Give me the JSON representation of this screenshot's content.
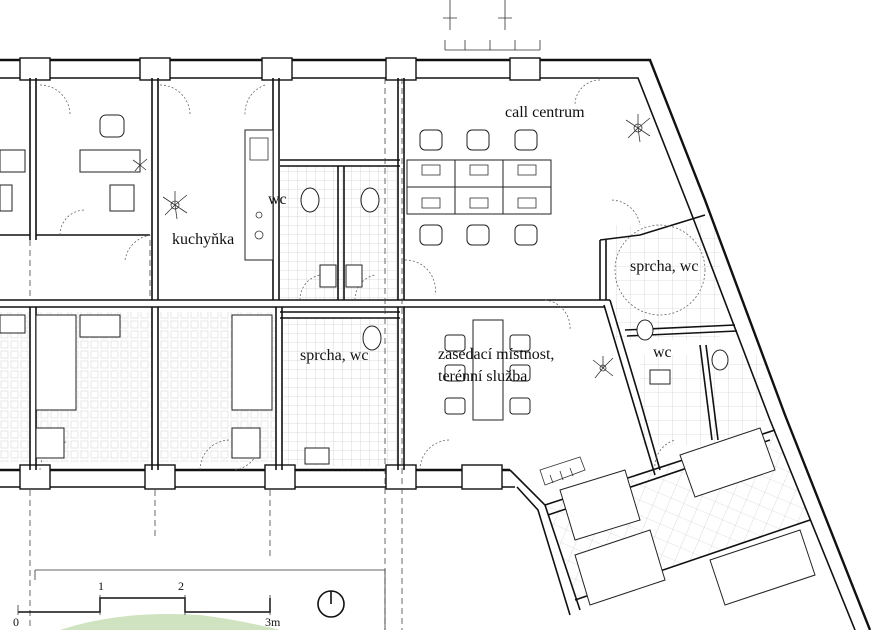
{
  "labels": {
    "call_centrum": "call centrum",
    "wc_1": "wc",
    "kuchynka": "kuchyňka",
    "sprcha_wc_1": "sprcha, wc",
    "sprcha_wc_2": "sprcha, wc",
    "wc_2": "wc",
    "zasedaci_1": "zasedací místnost,",
    "zasedaci_2": "terénní služba"
  },
  "scale_bar": {
    "tick_0": "0",
    "tick_1": "1",
    "tick_2": "2",
    "tick_3": "3m"
  },
  "colors": {
    "lines": "#111111",
    "tile_pattern": "#bdbdbd",
    "grass": "#cfe3c0"
  },
  "icons": [
    "potted-plant-icon",
    "north-arrow-icon",
    "bicycle-stand-icon"
  ]
}
